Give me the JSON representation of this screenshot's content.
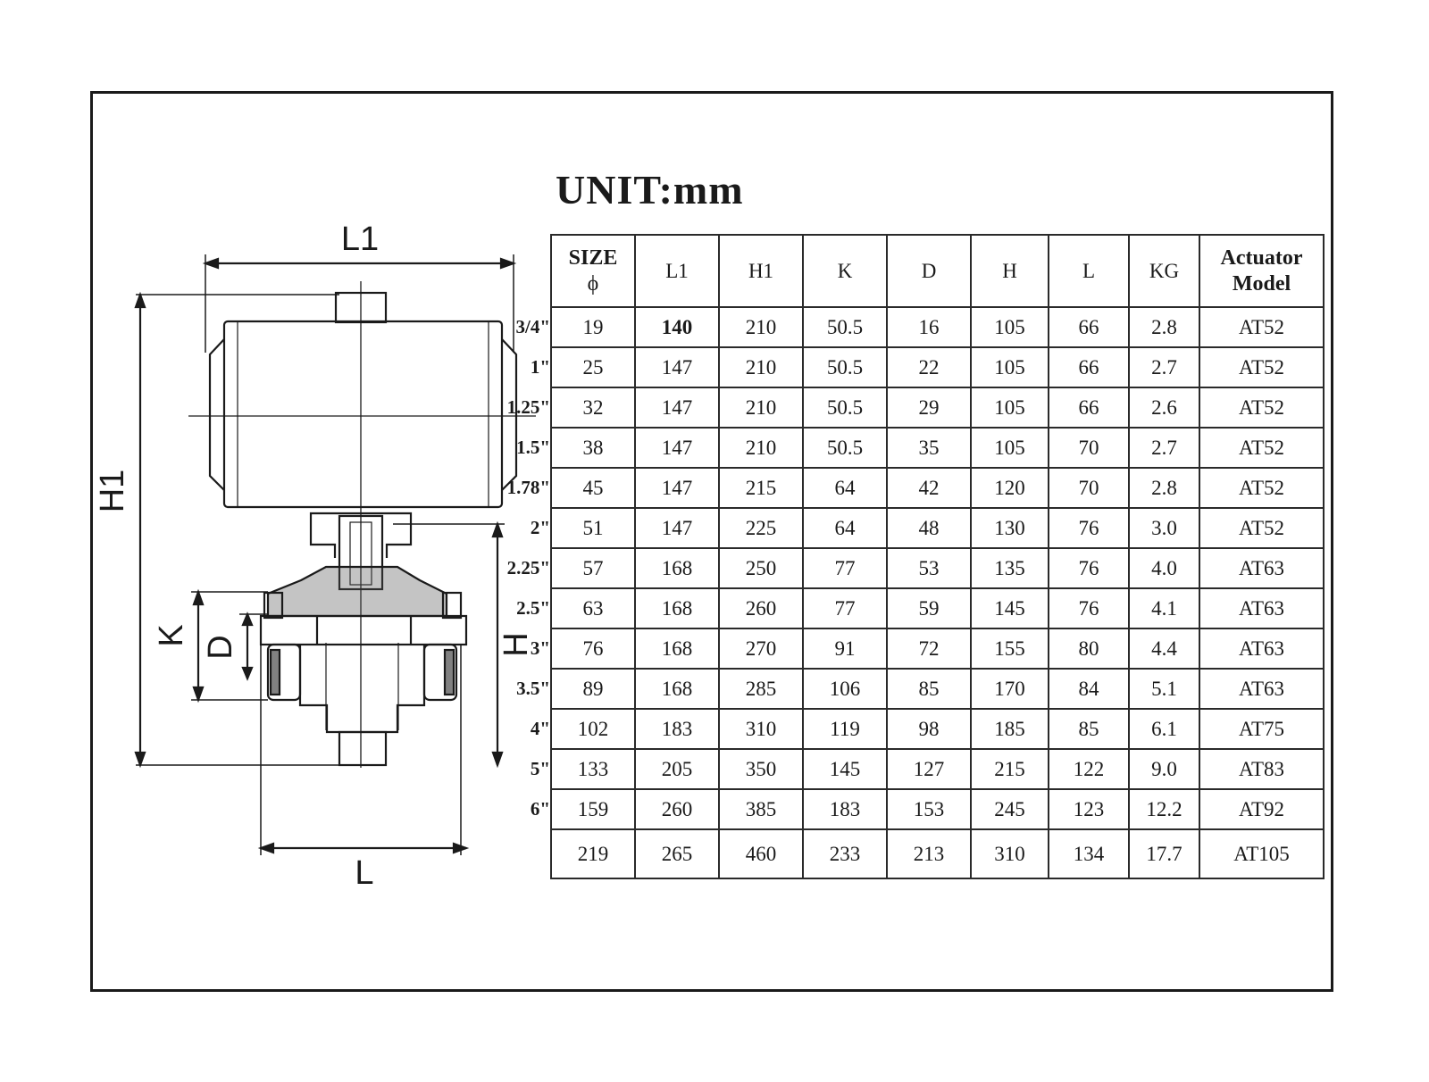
{
  "unit_title": "UNIT:mm",
  "dimension_labels": {
    "L1": "L1",
    "H1": "H1",
    "K": "K",
    "D": "D",
    "H": "H",
    "L": "L"
  },
  "table": {
    "headers": {
      "size_line1": "SIZE",
      "size_line2": "ϕ",
      "l1": "L1",
      "h1": "H1",
      "k": "K",
      "d": "D",
      "h": "H",
      "l": "L",
      "kg": "KG",
      "actuator_line1": "Actuator",
      "actuator_line2": "Model"
    },
    "rows": [
      {
        "inch": "3/4\"",
        "size": "19",
        "l1": "140",
        "h1": "210",
        "k": "50.5",
        "d": "16",
        "h": "105",
        "l": "66",
        "kg": "2.8",
        "actuator": "AT52"
      },
      {
        "inch": "1\"",
        "size": "25",
        "l1": "147",
        "h1": "210",
        "k": "50.5",
        "d": "22",
        "h": "105",
        "l": "66",
        "kg": "2.7",
        "actuator": "AT52"
      },
      {
        "inch": "1.25\"",
        "size": "32",
        "l1": "147",
        "h1": "210",
        "k": "50.5",
        "d": "29",
        "h": "105",
        "l": "66",
        "kg": "2.6",
        "actuator": "AT52"
      },
      {
        "inch": "1.5\"",
        "size": "38",
        "l1": "147",
        "h1": "210",
        "k": "50.5",
        "d": "35",
        "h": "105",
        "l": "70",
        "kg": "2.7",
        "actuator": "AT52"
      },
      {
        "inch": "1.78\"",
        "size": "45",
        "l1": "147",
        "h1": "215",
        "k": "64",
        "d": "42",
        "h": "120",
        "l": "70",
        "kg": "2.8",
        "actuator": "AT52"
      },
      {
        "inch": "2\"",
        "size": "51",
        "l1": "147",
        "h1": "225",
        "k": "64",
        "d": "48",
        "h": "130",
        "l": "76",
        "kg": "3.0",
        "actuator": "AT52"
      },
      {
        "inch": "2.25\"",
        "size": "57",
        "l1": "168",
        "h1": "250",
        "k": "77",
        "d": "53",
        "h": "135",
        "l": "76",
        "kg": "4.0",
        "actuator": "AT63"
      },
      {
        "inch": "2.5\"",
        "size": "63",
        "l1": "168",
        "h1": "260",
        "k": "77",
        "d": "59",
        "h": "145",
        "l": "76",
        "kg": "4.1",
        "actuator": "AT63"
      },
      {
        "inch": "3\"",
        "size": "76",
        "l1": "168",
        "h1": "270",
        "k": "91",
        "d": "72",
        "h": "155",
        "l": "80",
        "kg": "4.4",
        "actuator": "AT63"
      },
      {
        "inch": "3.5\"",
        "size": "89",
        "l1": "168",
        "h1": "285",
        "k": "106",
        "d": "85",
        "h": "170",
        "l": "84",
        "kg": "5.1",
        "actuator": "AT63"
      },
      {
        "inch": "4\"",
        "size": "102",
        "l1": "183",
        "h1": "310",
        "k": "119",
        "d": "98",
        "h": "185",
        "l": "85",
        "kg": "6.1",
        "actuator": "AT75"
      },
      {
        "inch": "5\"",
        "size": "133",
        "l1": "205",
        "h1": "350",
        "k": "145",
        "d": "127",
        "h": "215",
        "l": "122",
        "kg": "9.0",
        "actuator": "AT83"
      },
      {
        "inch": "6\"",
        "size": "159",
        "l1": "260",
        "h1": "385",
        "k": "183",
        "d": "153",
        "h": "245",
        "l": "123",
        "kg": "12.2",
        "actuator": "AT92"
      },
      {
        "inch": "",
        "size": "219",
        "l1": "265",
        "h1": "460",
        "k": "233",
        "d": "213",
        "h": "310",
        "l": "134",
        "kg": "17.7",
        "actuator": "AT105"
      }
    ]
  }
}
